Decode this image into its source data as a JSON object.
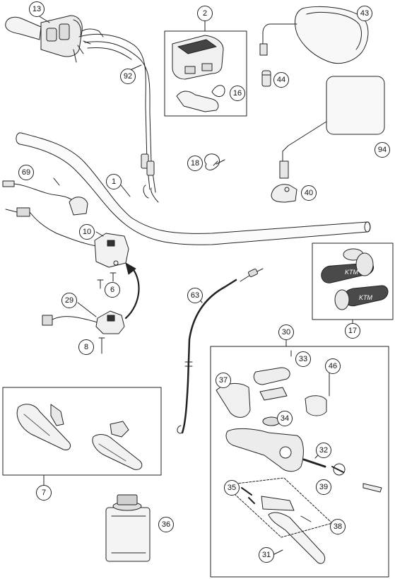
{
  "callouts": {
    "c13": "13",
    "c2": "2",
    "c43": "43",
    "c92": "92",
    "c16": "16",
    "c44": "44",
    "c94": "94",
    "c69": "69",
    "c18": "18",
    "c1": "1",
    "c40": "40",
    "c10": "10",
    "c6": "6",
    "c63": "63",
    "c29": "29",
    "c8": "8",
    "c17": "17",
    "c30": "30",
    "c33": "33",
    "c37": "37",
    "c46": "46",
    "c34": "34",
    "c32": "32",
    "c7": "7",
    "c39": "39",
    "c35": "35",
    "c36": "36",
    "c38": "38",
    "c31": "31"
  },
  "grip_logo_text": "KTM",
  "colors": {
    "line": "#222222",
    "grip_dark": "#3a3a3a",
    "grip_mid": "#8a8a8a",
    "grip_light": "#d8d8d8"
  }
}
